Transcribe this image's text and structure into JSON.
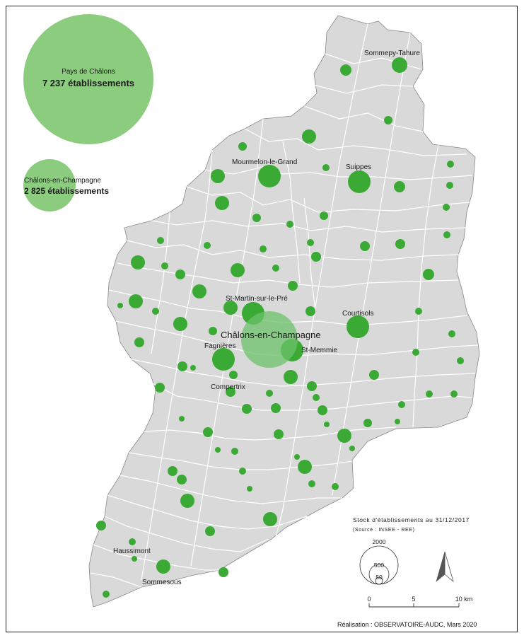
{
  "map": {
    "land_color": "#d9d9d9",
    "border_color": "#ffffff",
    "circle_color": "#3aaa35",
    "legend_circle_color": "#8ccc7e",
    "chalons_circle_color": "#6cc26a"
  },
  "legend_big": {
    "name": "Pays de Châlons",
    "value": "7 237 établissements"
  },
  "legend_mid": {
    "name": "Châlons-en-Champagne",
    "value": "2 825 établissements"
  },
  "places": {
    "sommepy": "Sommepy-Tahure",
    "mourmelon": "Mourmelon-le-Grand",
    "suippes": "Suippes",
    "stmartin": "St-Martin-sur-le-Pré",
    "courtisols": "Courtisols",
    "chalons": "Châlons-en-Champagne",
    "fagnieres": "Fagnières",
    "stmemmie": "St-Memmie",
    "compertrix": "Compertrix",
    "haussimont": "Haussimont",
    "sommesous": "Sommesous"
  },
  "legend_box": {
    "title": "Stock d'établissements au 31/12/2017",
    "source": "(Source : INSEE - REE)",
    "size_2000": "2000",
    "size_500": "500",
    "size_50": "50"
  },
  "scalebar": {
    "t0": "0",
    "t5": "5",
    "t10": "10 km"
  },
  "credit": "Réalisation : OBSERVATOIRE-AUDC, Mars 2020",
  "north_arrow": "north-arrow-icon"
}
